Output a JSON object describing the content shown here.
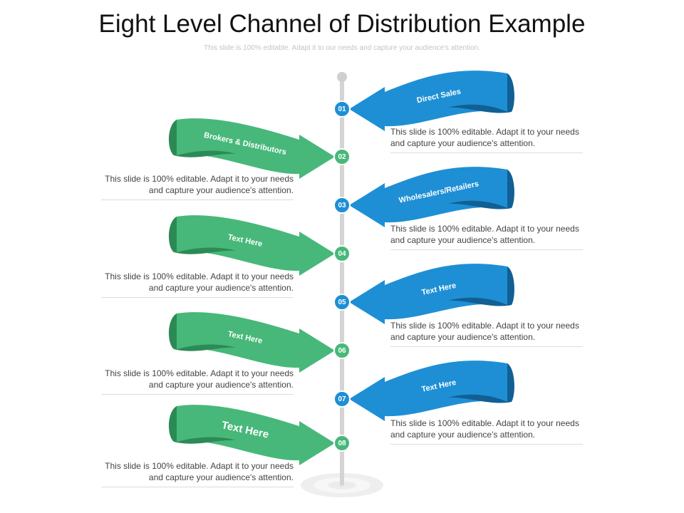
{
  "title": "Eight Level Channel of Distribution Example",
  "subtitle": "This slide is 100% editable. Adapt it to our needs and capture your audience's attention.",
  "colors": {
    "blue": "#1e8fd5",
    "blue_dark": "#125f94",
    "green": "#47b87a",
    "green_dark": "#2c8a55",
    "pole": "#d4d4d4"
  },
  "levels": [
    {
      "number": "01",
      "label": "Direct Sales",
      "side": "right",
      "description": "This slide is 100% editable. Adapt it to your needs and capture your audience's attention."
    },
    {
      "number": "02",
      "label": "Brokers & Distributors",
      "side": "left",
      "description": "This slide is 100% editable. Adapt it to your needs and capture your audience's attention."
    },
    {
      "number": "03",
      "label": "Wholesalers/Retailers",
      "side": "right",
      "description": "This slide is 100% editable. Adapt it to your needs and capture your audience's attention."
    },
    {
      "number": "04",
      "label": "Text Here",
      "side": "left",
      "description": "This slide is 100% editable. Adapt it to your needs and capture your audience's attention."
    },
    {
      "number": "05",
      "label": "Text Here",
      "side": "right",
      "description": "This slide is 100% editable. Adapt it to your needs and capture your audience's attention."
    },
    {
      "number": "06",
      "label": "Text Here",
      "side": "left",
      "description": "This slide is 100% editable. Adapt it to your needs and capture your audience's attention."
    },
    {
      "number": "07",
      "label": "Text Here",
      "side": "right",
      "description": "This slide is 100% editable. Adapt it to your needs and capture your audience's attention."
    },
    {
      "number": "08",
      "label": "Text Here",
      "side": "left",
      "description": "This slide is 100% editable. Adapt it to your needs and capture your audience's attention."
    }
  ]
}
